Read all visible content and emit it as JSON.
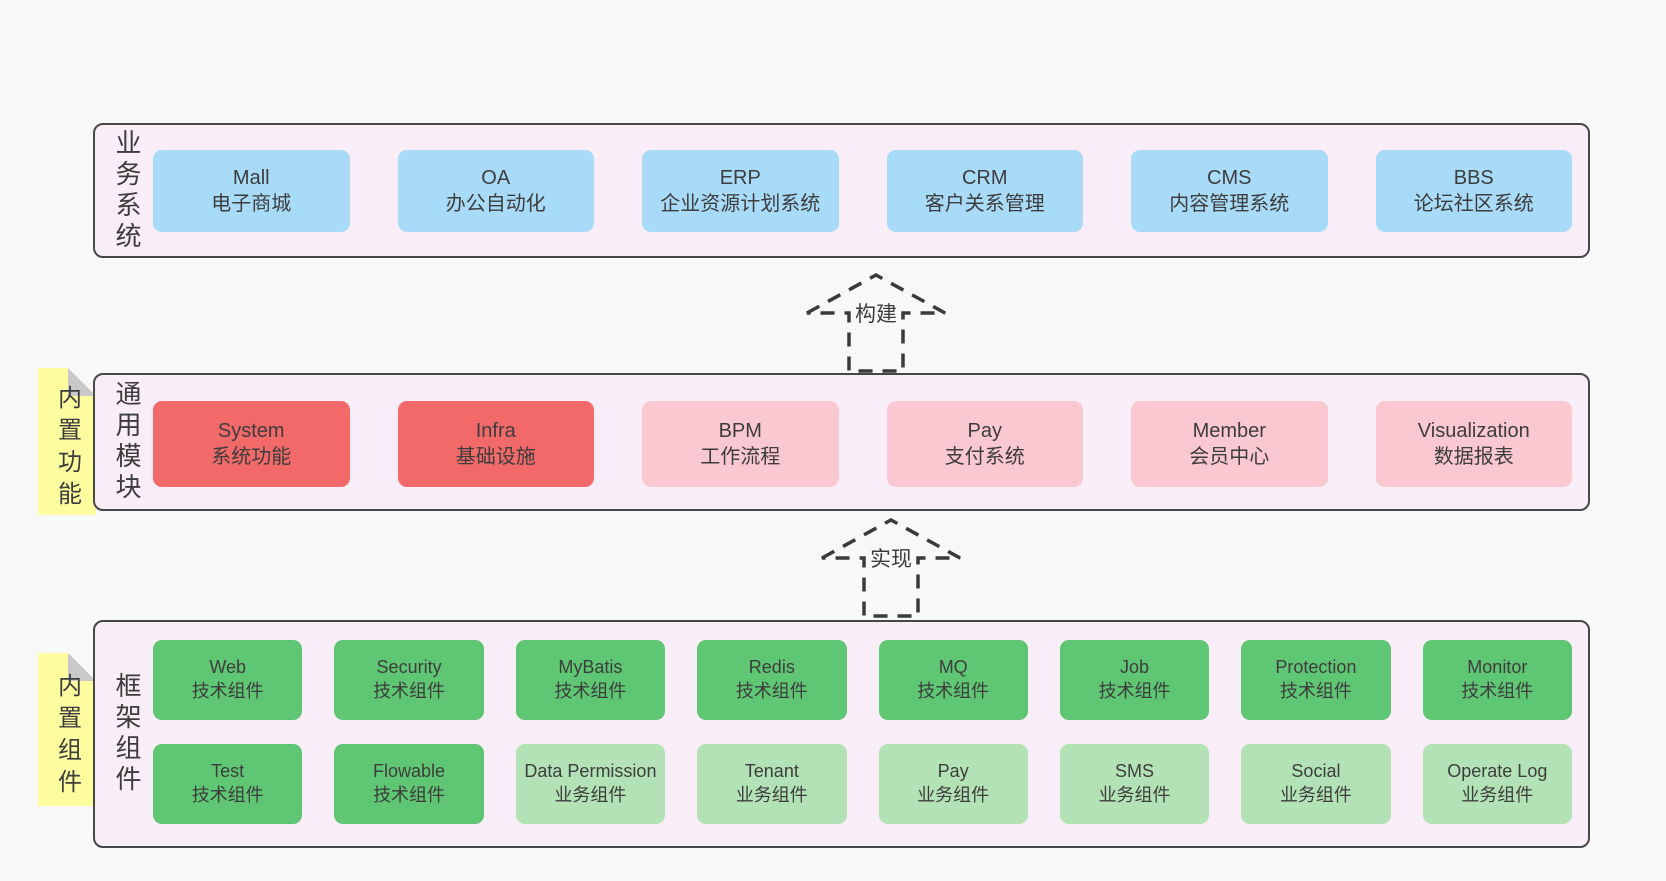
{
  "diagram": {
    "background": "#f8f8f8",
    "colors": {
      "container_fill": "#f9edf7",
      "container_border": "#474747",
      "blue_box": "#a8dbf7",
      "red_box": "#f2696a",
      "pink_box": "#f9c8d0",
      "green_box": "#5fc673",
      "light_green_box": "#b3e2b6",
      "note_yellow": "#fdfc9f",
      "note_fold_gray": "#c9c9c9",
      "text": "#3d3d3d"
    }
  },
  "layers": {
    "business": {
      "label": "业务系统",
      "boxes": [
        {
          "title": "Mall",
          "subtitle": "电子商城",
          "variant": "blue"
        },
        {
          "title": "OA",
          "subtitle": "办公自动化",
          "variant": "blue"
        },
        {
          "title": "ERP",
          "subtitle": "企业资源计划系统",
          "variant": "blue"
        },
        {
          "title": "CRM",
          "subtitle": "客户关系管理",
          "variant": "blue"
        },
        {
          "title": "CMS",
          "subtitle": "内容管理系统",
          "variant": "blue"
        },
        {
          "title": "BBS",
          "subtitle": "论坛社区系统",
          "variant": "blue"
        }
      ]
    },
    "modules": {
      "label": "通用模块",
      "note": "内置功能",
      "boxes": [
        {
          "title": "System",
          "subtitle": "系统功能",
          "variant": "red"
        },
        {
          "title": "Infra",
          "subtitle": "基础设施",
          "variant": "red"
        },
        {
          "title": "BPM",
          "subtitle": "工作流程",
          "variant": "pink"
        },
        {
          "title": "Pay",
          "subtitle": "支付系统",
          "variant": "pink"
        },
        {
          "title": "Member",
          "subtitle": "会员中心",
          "variant": "pink"
        },
        {
          "title": "Visualization",
          "subtitle": "数据报表",
          "variant": "pink"
        }
      ]
    },
    "components": {
      "label": "框架组件",
      "note": "内置组件",
      "row1": [
        {
          "title": "Web",
          "subtitle": "技术组件",
          "variant": "green"
        },
        {
          "title": "Security",
          "subtitle": "技术组件",
          "variant": "green"
        },
        {
          "title": "MyBatis",
          "subtitle": "技术组件",
          "variant": "green"
        },
        {
          "title": "Redis",
          "subtitle": "技术组件",
          "variant": "green"
        },
        {
          "title": "MQ",
          "subtitle": "技术组件",
          "variant": "green"
        },
        {
          "title": "Job",
          "subtitle": "技术组件",
          "variant": "green"
        },
        {
          "title": "Protection",
          "subtitle": "技术组件",
          "variant": "green"
        },
        {
          "title": "Monitor",
          "subtitle": "技术组件",
          "variant": "green"
        }
      ],
      "row2": [
        {
          "title": "Test",
          "subtitle": "技术组件",
          "variant": "green"
        },
        {
          "title": "Flowable",
          "subtitle": "技术组件",
          "variant": "green"
        },
        {
          "title": "Data Permission",
          "subtitle": "业务组件",
          "variant": "green-light"
        },
        {
          "title": "Tenant",
          "subtitle": "业务组件",
          "variant": "green-light"
        },
        {
          "title": "Pay",
          "subtitle": "业务组件",
          "variant": "green-light"
        },
        {
          "title": "SMS",
          "subtitle": "业务组件",
          "variant": "green-light"
        },
        {
          "title": "Social",
          "subtitle": "业务组件",
          "variant": "green-light"
        },
        {
          "title": "Operate Log",
          "subtitle": "业务组件",
          "variant": "green-light"
        }
      ]
    }
  },
  "arrows": {
    "build": {
      "label": "构建"
    },
    "implement": {
      "label": "实现"
    }
  }
}
